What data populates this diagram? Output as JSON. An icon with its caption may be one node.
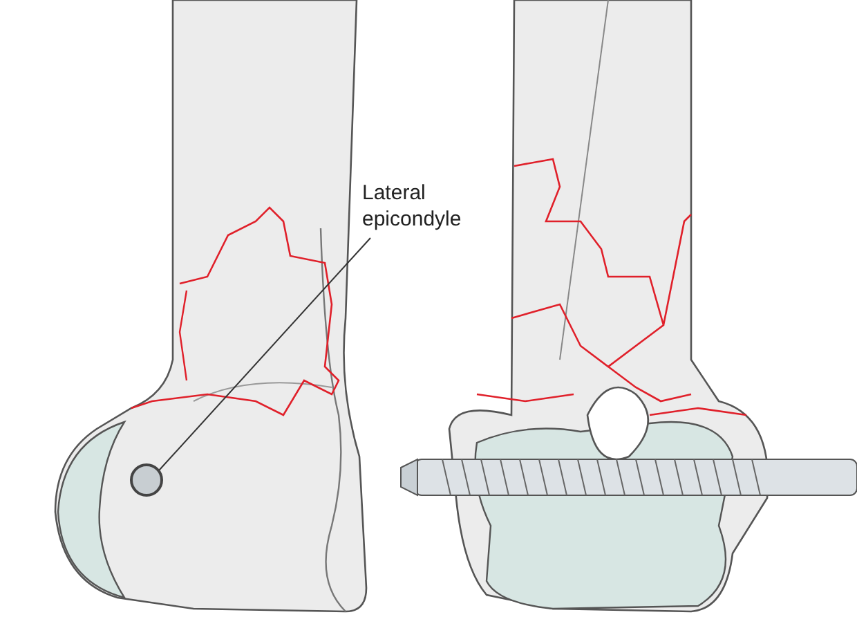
{
  "diagram": {
    "nodes": [
      {
        "text": [
          "Lateral epicondyle"
        ]
      },
      {
        "text": [],
        "shape": "circle"
      }
    ],
    "edges": [
      {
        "from": 0,
        "to": 1,
        "arrow": "none"
      }
    ]
  }
}
